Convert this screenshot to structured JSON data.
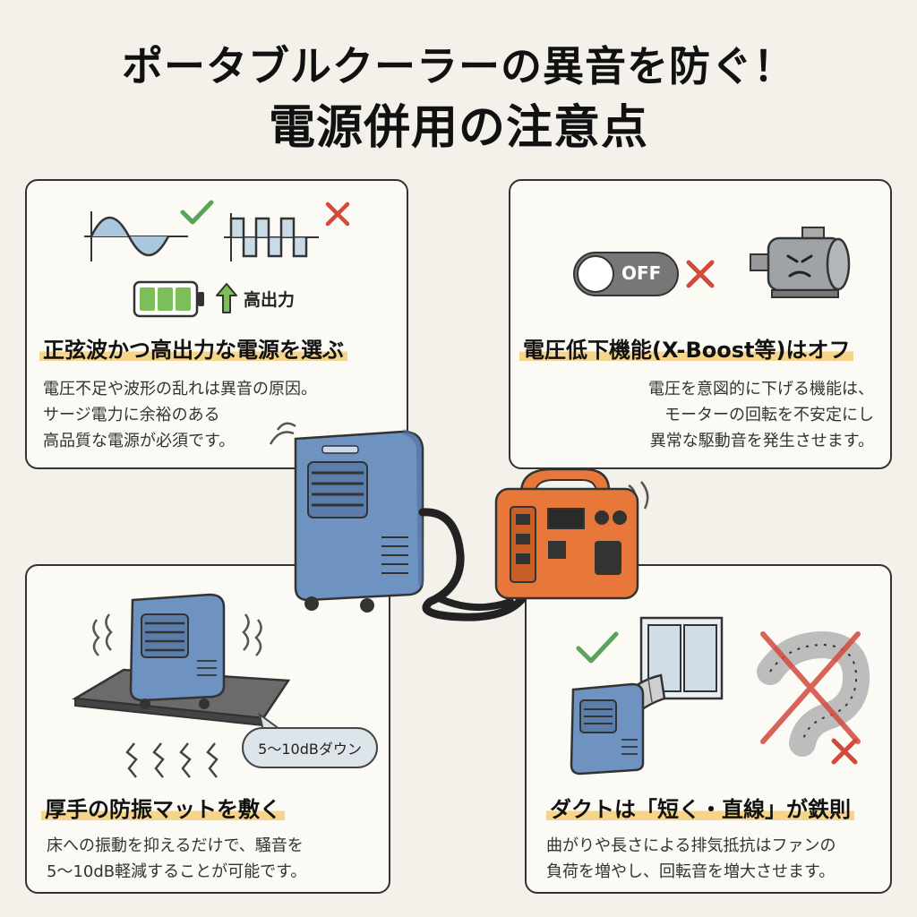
{
  "title": {
    "line1": "ポータブルクーラーの異音を防ぐ！",
    "line2": "電源併用の注意点"
  },
  "tips": {
    "tl": {
      "heading": "正弦波かつ高出力な電源を選ぶ",
      "lines": [
        "電圧不足や波形の乱れは異音の原因。",
        "サージ電力に余裕のある",
        "高品質な電源が必須です。"
      ],
      "battery_label": "高出力"
    },
    "tr": {
      "heading": "電圧低下機能(X-Boost等)はオフ",
      "lines": [
        "電圧を意図的に下げる機能は、",
        "モーターの回転を不安定にし",
        "異常な駆動音を発生させます。"
      ],
      "toggle_label": "OFF"
    },
    "bl": {
      "heading": "厚手の防振マットを敷く",
      "lines": [
        "床への振動を抑えるだけで、騒音を",
        "5〜10dB軽減することが可能です。"
      ],
      "bubble": "5〜10dBダウン"
    },
    "br": {
      "heading": "ダクトは「短く・直線」が鉄則",
      "lines": [
        "曲がりや長さによる排気抵抗はファンの",
        "負荷を増やし、回転音を増大させます。"
      ]
    }
  },
  "icons": {
    "good": "check-icon",
    "bad": "cross-icon",
    "battery": "battery-icon",
    "up": "arrow-up-icon"
  },
  "colors": {
    "highlight": "#f6d48a",
    "check": "#5aa35a",
    "cross": "#d24a3e",
    "cooler": "#6f93c0",
    "power_station": "#e8773a"
  }
}
